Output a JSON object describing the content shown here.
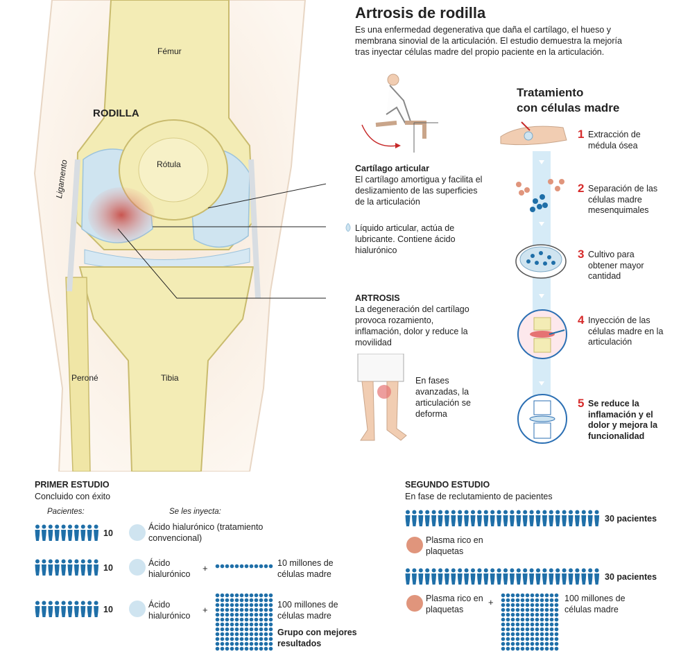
{
  "header": {
    "title": "Artrosis de rodilla",
    "description": "Es una enfermedad degenerativa que daña el cartílago, el hueso y membrana sinovial de la articulación. El estudio demuestra la mejoría tras inyectar células madre del propio paciente en la articulación."
  },
  "knee": {
    "label_femur": "Fémur",
    "label_rodilla": "RODILLA",
    "label_rotula": "Rótula",
    "label_ligamento": "Ligamento",
    "label_perone": "Peroné",
    "label_tibia": "Tibia"
  },
  "annotations": {
    "cartilago_title": "Cartílago articular",
    "cartilago_text": "El cartílago amortigua y facilita el deslizamiento de las superficies de la articulación",
    "liquido_text": "Líquido articular, actúa de lubricante. Contiene ácido hialurónico",
    "artrosis_title": "ARTROSIS",
    "artrosis_text": "La degeneración del cartílago provoca rozamiento, inflamación, dolor y reduce la movilidad",
    "fases_text": "En fases avanzadas, la articulación se deforma"
  },
  "treatment": {
    "title_line1": "Tratamiento",
    "title_line2": "con células madre",
    "steps": [
      {
        "num": "1",
        "text": "Extracción de médula ósea",
        "bold": false
      },
      {
        "num": "2",
        "text": "Separación de las células madre mesenquimales",
        "bold": false
      },
      {
        "num": "3",
        "text": "Cultivo para obtener mayor cantidad",
        "bold": false
      },
      {
        "num": "4",
        "text": "Inyección de las células madre en la articulación",
        "bold": false
      },
      {
        "num": "5",
        "text": "Se reduce la inflamación y el dolor y mejora la funcionalidad",
        "bold": true
      }
    ]
  },
  "study1": {
    "title": "PRIMER ESTUDIO",
    "subtitle": "Concluido con éxito",
    "col_patients": "Pacientes:",
    "col_injects": "Se les inyecta:",
    "rows": [
      {
        "count": "10",
        "treatment": "Ácido hialurónico (tratamiento convencional)",
        "cells": ""
      },
      {
        "count": "10",
        "treatment": "Ácido hialurónico",
        "plus": "+",
        "cells": "10 millones de células madre"
      },
      {
        "count": "10",
        "treatment": "Ácido hialurónico",
        "plus": "+",
        "cells": "100 millones de células madre",
        "note": "Grupo con mejores resultados"
      }
    ]
  },
  "study2": {
    "title": "SEGUNDO ESTUDIO",
    "subtitle": "En fase de reclutamiento de pacientes",
    "rows": [
      {
        "count": "30 pacientes",
        "treatment": "Plasma rico en plaquetas",
        "cells": ""
      },
      {
        "count": "30 pacientes",
        "treatment": "Plasma rico en plaquetas",
        "plus": "+",
        "cells": "100 millones de células madre"
      }
    ]
  },
  "colors": {
    "bone": "#f3ecb5",
    "cartilage": "#cfe4f0",
    "inflammation": "#c8463e",
    "accent_red": "#d62b2b",
    "people_blue": "#1f6fa8",
    "hyaluronic": "#cfe4f0",
    "plasma": "#e0957c"
  }
}
